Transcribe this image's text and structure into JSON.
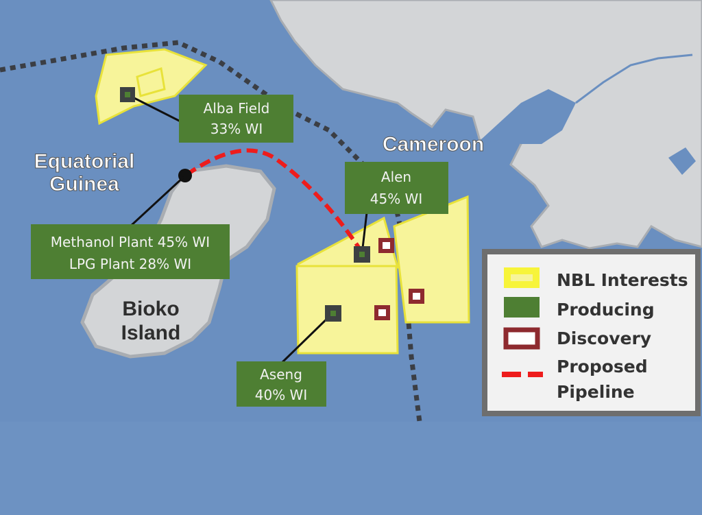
{
  "places": {
    "equatorial_guinea": [
      "Equatorial",
      "Guinea"
    ],
    "cameroon": "Cameroon",
    "bioko": [
      "Bioko",
      "Island"
    ]
  },
  "callouts": {
    "alba": [
      "Alba Field",
      "33% WI"
    ],
    "alen": [
      "Alen",
      "45% WI"
    ],
    "aseng": [
      "Aseng",
      "40% WI"
    ],
    "methanol": [
      "Methanol Plant  45% WI",
      "LPG Plant  28% WI"
    ]
  },
  "legend": {
    "nbl": "NBL Interests",
    "producing": "Producing",
    "discovery": "Discovery",
    "pipeline": [
      "Proposed",
      "Pipeline"
    ]
  },
  "colors": {
    "water": "#6a8fc0",
    "land": "#d3d5d7",
    "nbl": "#f7f49a",
    "producing": "#4e7f33",
    "discovery": "#8e2a2f",
    "pipeline": "#ee1c1c"
  }
}
